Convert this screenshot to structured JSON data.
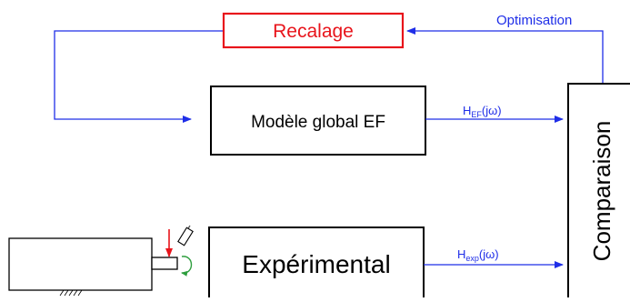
{
  "blocks": {
    "recalage": "Recalage",
    "modele": "Modèle global EF",
    "experimental": "Expérimental",
    "comparaison": "Comparaison"
  },
  "arrows": {
    "optimisation": "Optimisation",
    "h_ef": {
      "base": "H",
      "sub": "EF",
      "tail": "(jω)"
    },
    "h_exp": {
      "base": "H",
      "sub": "exp",
      "tail": "(jω)"
    }
  },
  "colors": {
    "recalage": "#e8141b",
    "arrow": "#1f2ee8",
    "force": "#e8141b",
    "rotation": "#2e9e3e"
  }
}
